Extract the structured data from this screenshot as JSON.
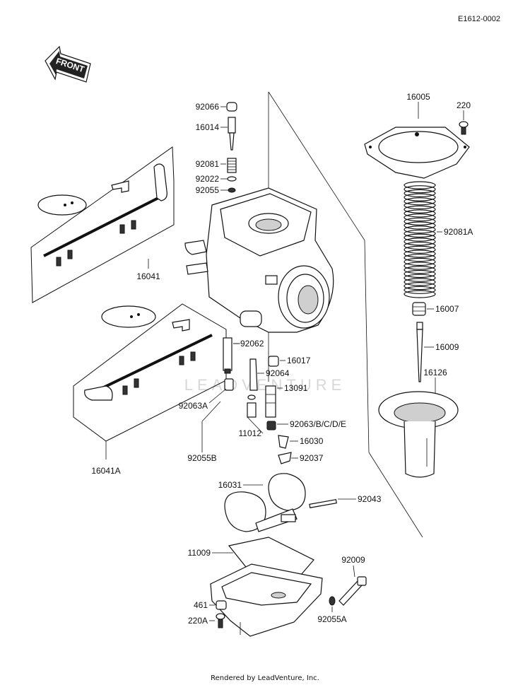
{
  "diagram": {
    "ref_code": "E1612-0002",
    "front_arrow": "FRONT",
    "watermark": "LEADVENTURE",
    "footer": "Rendered by LeadVenture, Inc.",
    "parts": {
      "p92066": "92066",
      "p16014": "16014",
      "p92081": "92081",
      "p92022": "92022",
      "p92055": "92055",
      "p16041": "16041",
      "p16005": "16005",
      "p220": "220",
      "p92081A": "92081A",
      "p16007": "16007",
      "p16009": "16009",
      "p16126": "16126",
      "p92062": "92062",
      "p16017": "16017",
      "p92064": "92064",
      "p13091": "13091",
      "p92063A": "92063A",
      "p11012": "11012",
      "p92063BCDE": "92063/B/C/D/E",
      "p16030": "16030",
      "p92055B": "92055B",
      "p92037": "92037",
      "p16041A": "16041A",
      "p16031": "16031",
      "p92043": "92043",
      "p11009": "11009",
      "p92009": "92009",
      "p461": "461",
      "p220A": "220A",
      "p92055A": "92055A"
    }
  }
}
